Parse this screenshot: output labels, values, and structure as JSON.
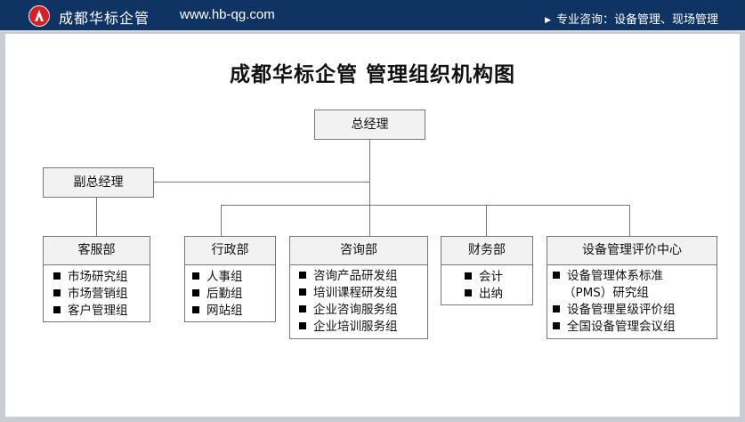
{
  "header": {
    "brand": "成都华标企管",
    "website": "www.hb-qg.com",
    "consult": "专业咨询：设备管理、现场管理",
    "consult_icon": "triangle-right-icon"
  },
  "colors": {
    "header_bg": "#0f3463",
    "logo_red": "#d61f26",
    "box_title_bg": "#f2f2f2",
    "connector": "#777777"
  },
  "chart": {
    "title": "成都华标企管 管理组织机构图",
    "root": "总经理",
    "deputy": "副总经理",
    "departments": [
      {
        "name": "客服部",
        "items": [
          "市场研究组",
          "市场营销组",
          "客户管理组"
        ]
      },
      {
        "name": "行政部",
        "items": [
          "人事组",
          "后勤组",
          "网站组"
        ]
      },
      {
        "name": "咨询部",
        "items": [
          "咨询产品研发组",
          "培训课程研发组",
          "企业咨询服务组",
          "企业培训服务组"
        ]
      },
      {
        "name": "财务部",
        "items": [
          "会计",
          "出纳"
        ]
      },
      {
        "name": "设备管理评价中心",
        "items": [
          "设备管理体系标准",
          "（PMS）研究组",
          "设备管理星级评价组",
          "全国设备管理会议组"
        ]
      }
    ]
  }
}
